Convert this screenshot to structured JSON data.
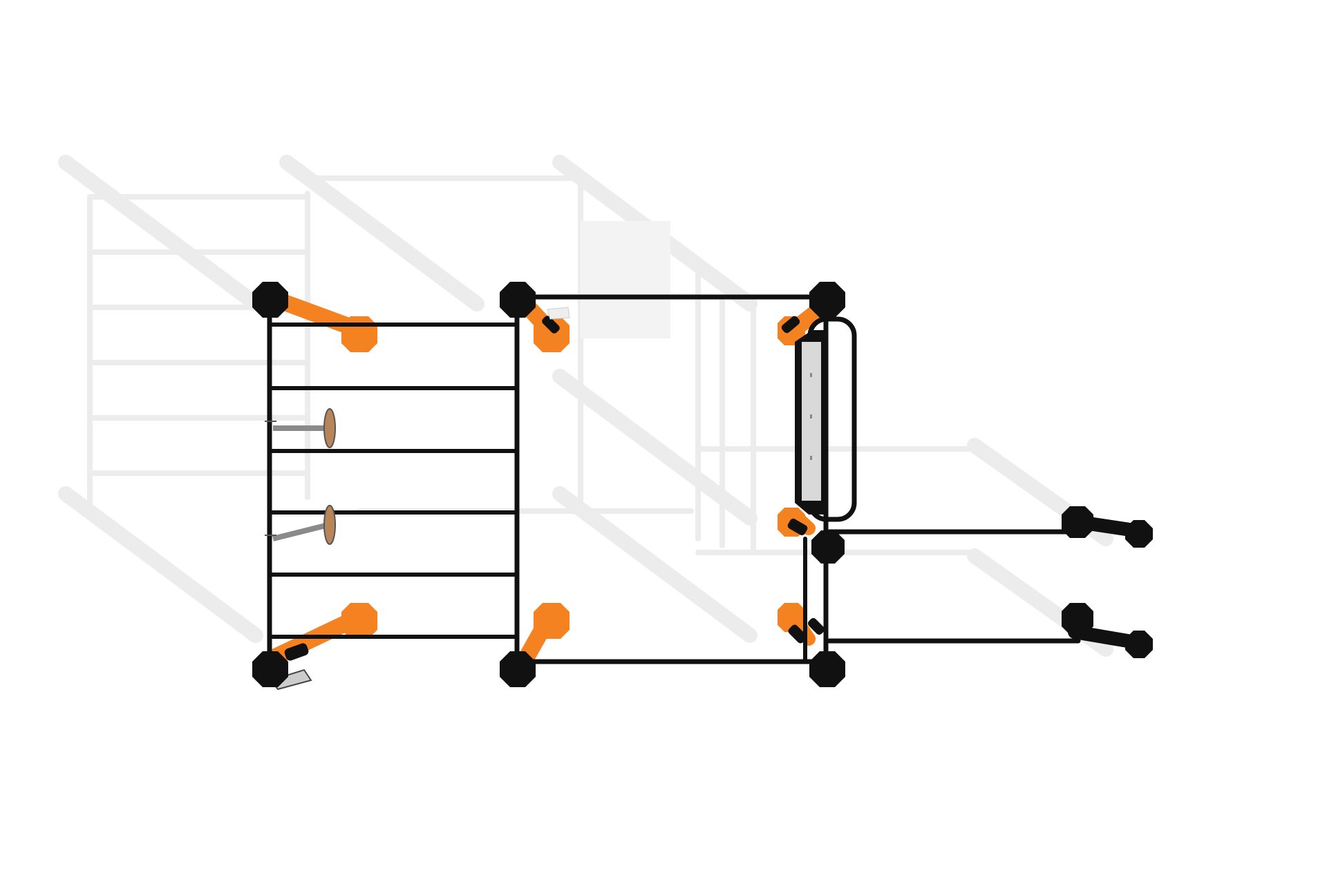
{
  "scene": {
    "subject": "outdoor-workout-station-top-view",
    "background_color": "#ffffff",
    "frame_color": "#111111",
    "accent_color": "#f58220",
    "shadow_color": "#ececec",
    "wood_color": "#b8855a",
    "steel_color": "#8a8a8a",
    "panel_color": "#d9d9d9",
    "ladder_rung_count": 6,
    "parallel_bar_count": 2
  }
}
